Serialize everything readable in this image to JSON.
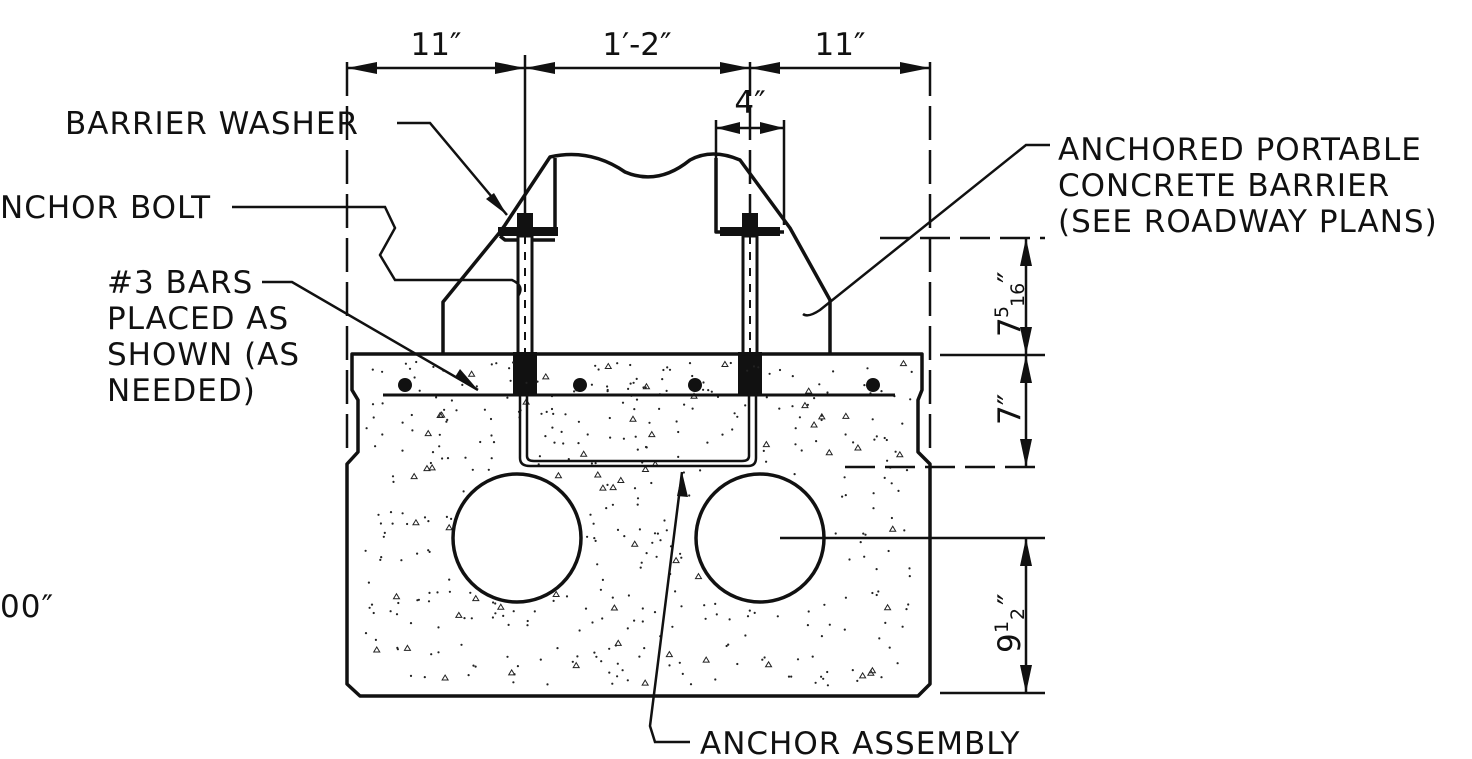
{
  "labels": {
    "barrier_washer": "BARRIER WASHER",
    "anchor_bolt": "NCHOR BOLT",
    "bars_1": "#3 BARS",
    "bars_2": "PLACED AS",
    "bars_3": "SHOWN (AS",
    "bars_4": "NEEDED)",
    "pcb_1": "ANCHORED PORTABLE",
    "pcb_2": "CONCRETE BARRIER",
    "pcb_3": "(SEE ROADWAY PLANS)",
    "anchor_assembly": "ANCHOR ASSEMBLY",
    "edge_text": "00″"
  },
  "dimensions": {
    "left_width": "11″",
    "center_width": "1′-2″",
    "right_width": "11″",
    "bolt_offset": "4″",
    "barrier_height_whole": "7",
    "barrier_height_num": "5",
    "barrier_height_den": "16",
    "barrier_height_unit": "″",
    "deck_depth": "7″",
    "void_whole": "9",
    "void_num": "1",
    "void_den": "2",
    "void_unit": "″"
  }
}
